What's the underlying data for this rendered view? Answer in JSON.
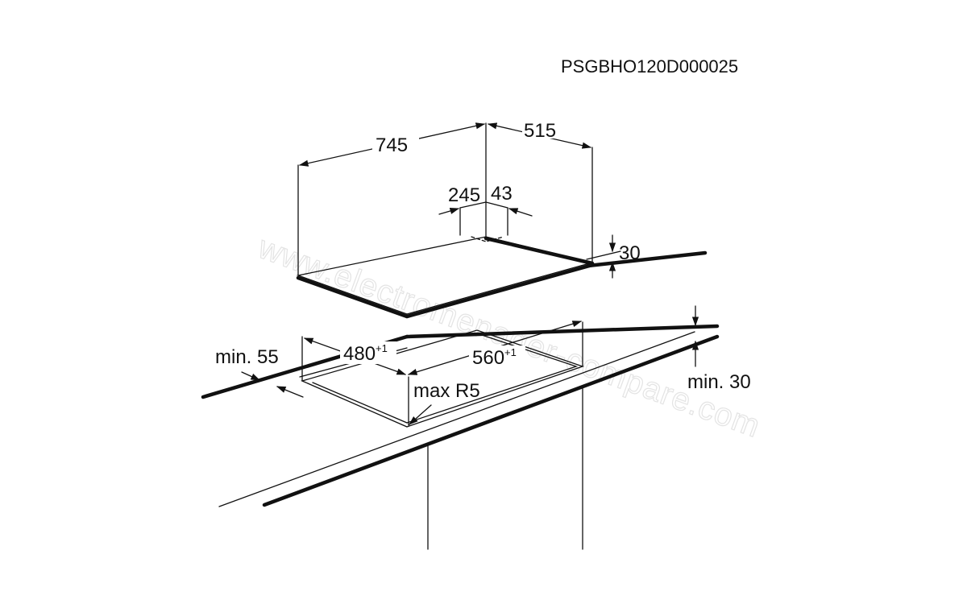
{
  "diagram": {
    "code": "PSGBHO120D000025",
    "dimensions": {
      "width": "745",
      "depth": "515",
      "offset_left": "245",
      "offset_right": "43",
      "height": "30",
      "cutout_depth": "480",
      "cutout_depth_tol": "+1",
      "cutout_width": "560",
      "cutout_width_tol": "+1",
      "min_front": "min. 55",
      "min_worktop": "min. 30",
      "corner_radius": "max R5"
    },
    "watermark": "www.electromenager-compare.com"
  }
}
